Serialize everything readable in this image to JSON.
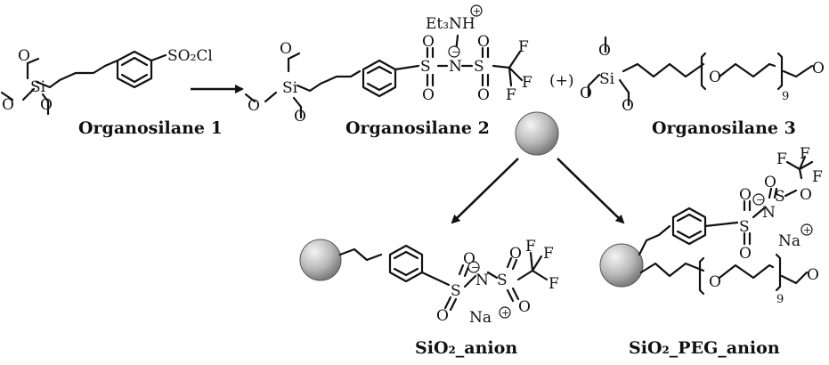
{
  "labels": {
    "organosilane1": "Organosilane 1",
    "organosilane2": "Organosilane 2",
    "organosilane3": "Organosilane 3",
    "sio2_anion": "SiO₂_anion",
    "sio2_peg_anion": "SiO₂_PEG_anion"
  },
  "atoms": {
    "si": "Si",
    "o": "O",
    "s": "S",
    "n": "N",
    "f": "F",
    "so2cl": "SO₂Cl",
    "et3nh": "Et₃NH",
    "na": "Na",
    "plus_paren": "(+)",
    "subscript_9": "9"
  },
  "charges": {
    "plus": "+",
    "minus": "−"
  },
  "colors": {
    "ink": "#111111",
    "sphere_light": "#f4f4f4",
    "sphere_dark": "#7d7d7d"
  }
}
